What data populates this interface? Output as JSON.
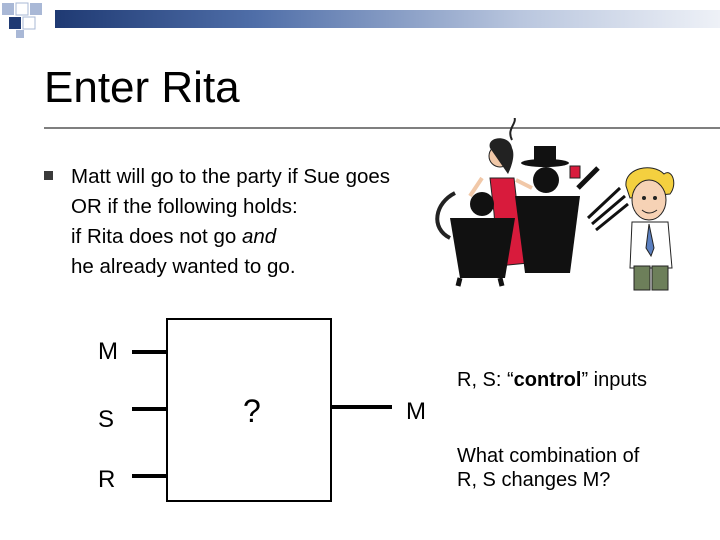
{
  "slide": {
    "title": "Enter Rita",
    "bullet": {
      "icon": "square-bullet-icon",
      "line1": "Matt will go to the party if Sue goes",
      "line2": "OR if the following holds:",
      "line3_pre": "if Rita does not go ",
      "line3_italic": "and",
      "line4": "he already wanted to go."
    }
  },
  "diagram": {
    "inputs": [
      "M",
      "S",
      "R"
    ],
    "box_label": "?",
    "output": "M"
  },
  "notes": {
    "control_prefix": "R, S: “",
    "control_bold": "control",
    "control_suffix": "” inputs",
    "question_line1": "What combination of",
    "question_line2": "R, S changes M?"
  },
  "colors": {
    "accent_dark": "#1f3a73",
    "accent_light": "#b9c6de",
    "rule": "#7f7f7f",
    "dress": "#d81b3c"
  },
  "illustration": {
    "icon": "party-people-clipart-icon"
  }
}
